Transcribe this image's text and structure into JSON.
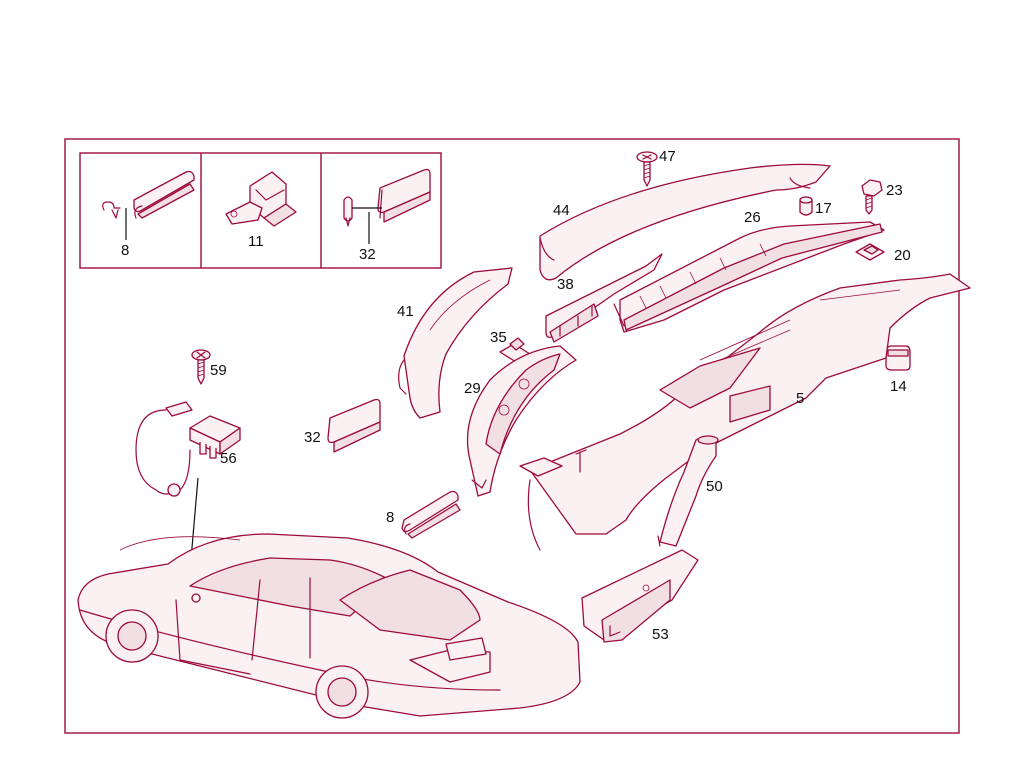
{
  "diagram": {
    "line_color": "#9c0b3a",
    "label_color": "#111111",
    "background": "#ffffff",
    "callouts": {
      "c8_inset": "8",
      "c11": "11",
      "c32_inset": "32",
      "c47": "47",
      "c44": "44",
      "c23": "23",
      "c17": "17",
      "c26": "26",
      "c20": "20",
      "c38": "38",
      "c41": "41",
      "c35": "35",
      "c29": "29",
      "c14": "14",
      "c5": "5",
      "c59": "59",
      "c56": "56",
      "c32": "32",
      "c8": "8",
      "c50": "50",
      "c53": "53"
    }
  }
}
